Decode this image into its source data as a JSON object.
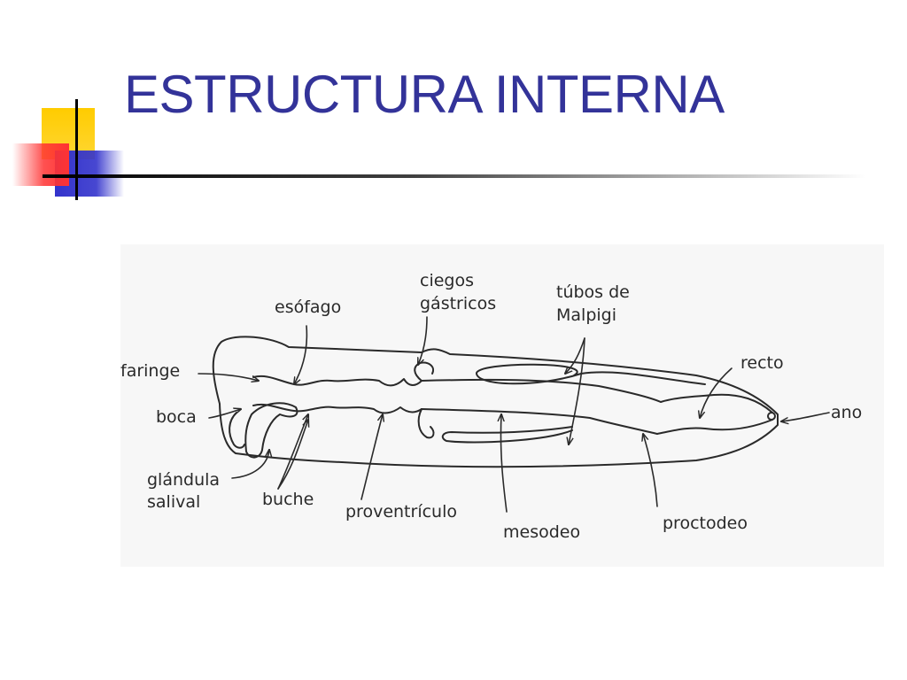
{
  "slide": {
    "title": "ESTRUCTURA INTERNA"
  },
  "colors": {
    "title": "#333399",
    "deco_yellow": "#FFCC00",
    "deco_red": "#FF3333",
    "deco_blue": "#3333CC",
    "rule": "#000000",
    "figure_background": "#F7F7F7",
    "ink": "#2A2A2A"
  },
  "diagram": {
    "labels": {
      "esofago": "esófago",
      "ciegos_1": "ciegos",
      "ciegos_2": "gástricos",
      "tubos_1": "túbos de",
      "tubos_2": "Malpigi",
      "recto": "recto",
      "faringe": "faringe",
      "boca": "boca",
      "ano": "ano",
      "glandula_1": "glándula",
      "glandula_2": "salival",
      "buche": "buche",
      "proventriculo": "proventrículo",
      "mesodeo": "mesodeo",
      "proctodeo": "proctodeo"
    }
  }
}
